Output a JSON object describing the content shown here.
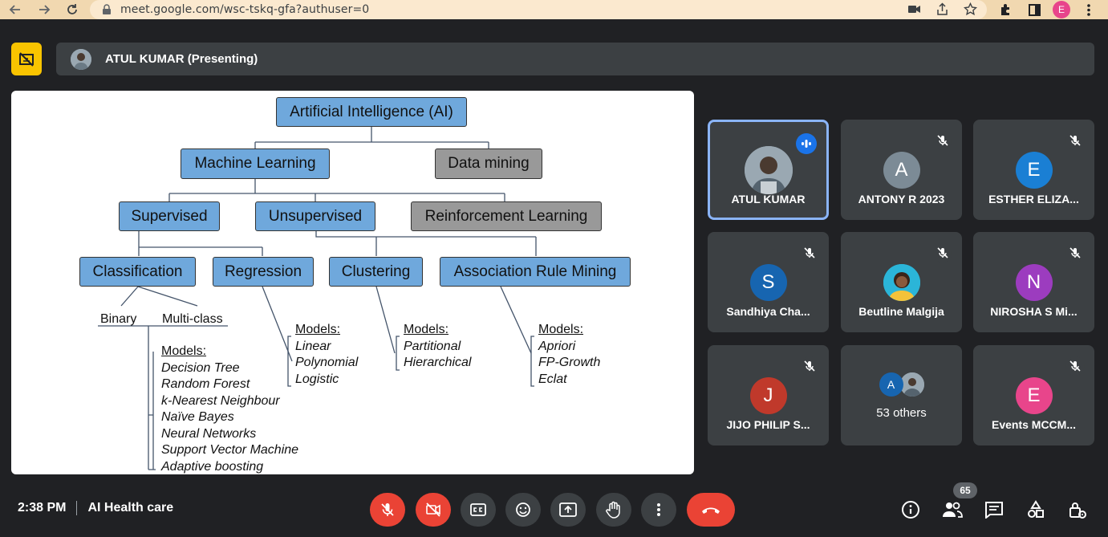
{
  "browser": {
    "url": "meet.google.com/wsc-tskq-gfa?authuser=0",
    "profile_initial": "E",
    "profile_color": "#e8458b"
  },
  "presenting": {
    "label": "ATUL KUMAR (Presenting)"
  },
  "slide": {
    "root": "Artificial Intelligence (AI)",
    "level1": [
      "Machine Learning",
      "Data mining"
    ],
    "level2": [
      "Supervised",
      "Unsupervised",
      "Reinforcement Learning"
    ],
    "level3": [
      "Classification",
      "Regression",
      "Clustering",
      "Association Rule Mining"
    ],
    "classification_types": [
      "Binary",
      "Multi-class"
    ],
    "classification_models_header": "Models:",
    "classification_models": [
      "Decision Tree",
      "Random Forest",
      "k-Nearest Neighbour",
      "Naïve Bayes",
      "Neural Networks",
      "Support Vector Machine",
      "Adaptive boosting"
    ],
    "regression_models_header": "Models:",
    "regression_models": [
      "Linear",
      "Polynomial",
      "Logistic"
    ],
    "clustering_models_header": "Models:",
    "clustering_models": [
      "Partitional",
      "Hierarchical"
    ],
    "association_models_header": "Models:",
    "association_models": [
      "Apriori",
      "FP-Growth",
      "Eclat"
    ]
  },
  "participants": [
    {
      "name": "ATUL KUMAR",
      "initial": "",
      "color": "#8a9aa5",
      "photo": true,
      "speaking": true
    },
    {
      "name": "ANTONY R 2023",
      "initial": "A",
      "color": "#7c8b96",
      "muted": true
    },
    {
      "name": "ESTHER ELIZA...",
      "initial": "E",
      "color": "#1a7fd4",
      "muted": true
    },
    {
      "name": "Sandhiya Cha...",
      "initial": "S",
      "color": "#1765b0",
      "muted": true
    },
    {
      "name": "Beutline Malgija",
      "initial": "",
      "color": "#2bb5d8",
      "photo": true,
      "muted": true
    },
    {
      "name": "NIROSHA S Mi...",
      "initial": "N",
      "color": "#9c3cbf",
      "muted": true
    },
    {
      "name": "JIJO PHILIP S...",
      "initial": "J",
      "color": "#c0392b",
      "muted": true
    },
    {
      "name": "53 others",
      "initial": "A",
      "color": "#1765b0"
    },
    {
      "name": "Events MCCM...",
      "initial": "E",
      "color": "#e8458b",
      "muted": true
    }
  ],
  "meeting": {
    "time": "2:38 PM",
    "title": "AI Health care",
    "participant_count": "65"
  }
}
